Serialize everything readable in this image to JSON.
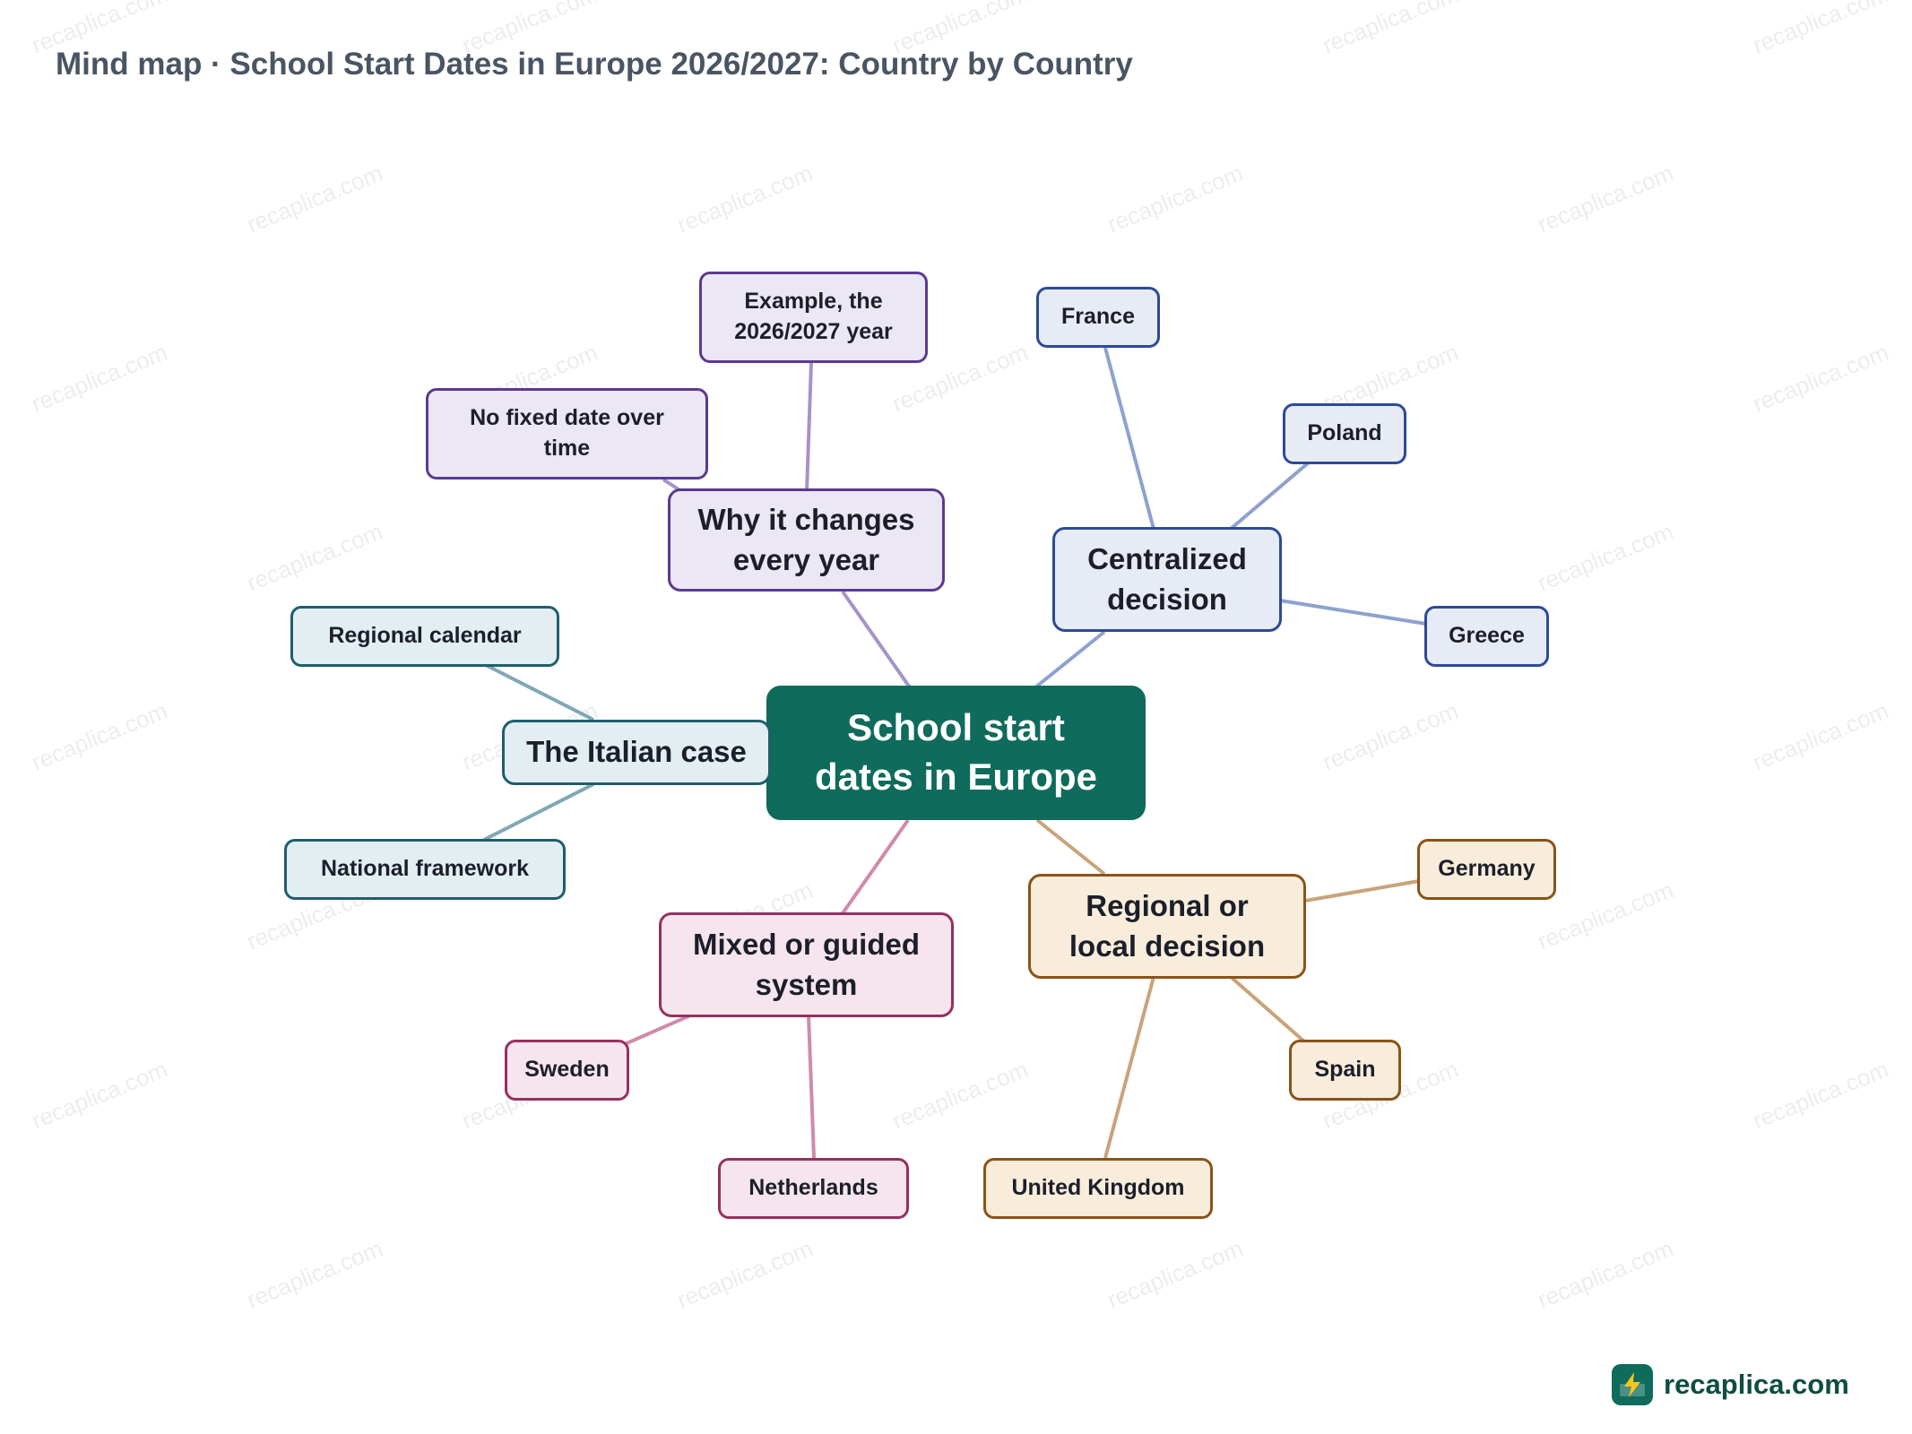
{
  "title": "Mind map · School Start Dates in Europe 2026/2027: Country by Country",
  "watermark": "recaplica.com",
  "brand": "recaplica.com",
  "colors": {
    "center": "#0f6b5b",
    "why": "#5b3a91",
    "centralized": "#2c4a97",
    "italian": "#1f5e6e",
    "mixed": "#96305f",
    "regional": "#8a5318"
  },
  "center": {
    "line1": "School start",
    "line2": "dates in Europe"
  },
  "branches": {
    "why": {
      "line1": "Why it changes",
      "line2": "every year",
      "children": [
        {
          "line1": "Example, the",
          "line2": "2026/2027 year"
        },
        {
          "line1": "No fixed date over",
          "line2": "time"
        }
      ]
    },
    "centralized": {
      "line1": "Centralized",
      "line2": "decision",
      "children": [
        "France",
        "Poland",
        "Greece"
      ]
    },
    "italian": {
      "label": "The Italian case",
      "children": [
        "Regional calendar",
        "National framework"
      ]
    },
    "mixed": {
      "line1": "Mixed or guided",
      "line2": "system",
      "children": [
        "Sweden",
        "Netherlands"
      ]
    },
    "regional": {
      "line1": "Regional or",
      "line2": "local decision",
      "children": [
        "Germany",
        "Spain",
        "United Kingdom"
      ]
    }
  }
}
